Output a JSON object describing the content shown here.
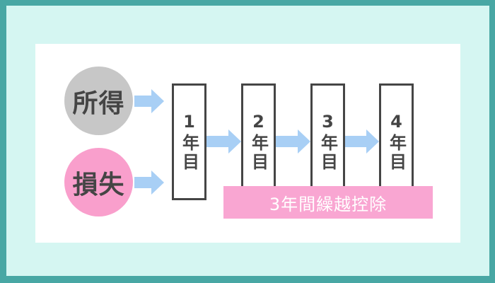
{
  "colors": {
    "frame": "#48A7A4",
    "mat": "#D5F6F2",
    "card": "#FFFFFF",
    "income-fill": "#C7C7C7",
    "loss-fill": "#F99FCC",
    "banner-fill": "#F9A6D2",
    "banner-text": "#FFFFFF",
    "arrow": "#A8CFF5",
    "ink": "#454545"
  },
  "diagram": {
    "income": {
      "label": "所得"
    },
    "loss": {
      "label": "損失"
    },
    "years": [
      {
        "label": "1年目"
      },
      {
        "label": "2年目"
      },
      {
        "label": "3年目"
      },
      {
        "label": "4年目"
      }
    ],
    "banner": {
      "label": "3年間繰越控除"
    }
  }
}
